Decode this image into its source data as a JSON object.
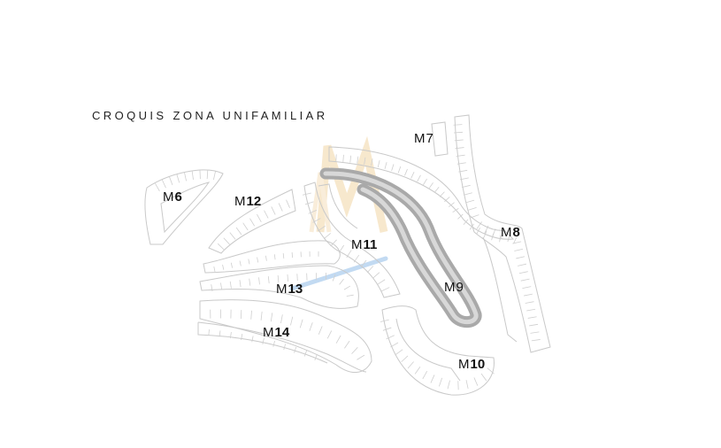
{
  "title": "CROQUIS ZONA UNIFAMILIAR",
  "colors": {
    "lot_outline": "#c9c9c9",
    "highlight_road": "#a9a9a9",
    "logo_watermark": "#f2d6a6",
    "blue_path": "#b7d3f0",
    "label_text": "#111111"
  },
  "blocks": [
    {
      "id": "M6",
      "prefix": "M",
      "number": "6"
    },
    {
      "id": "M7",
      "prefix": "M",
      "number": "7"
    },
    {
      "id": "M8",
      "prefix": "M",
      "number": "8"
    },
    {
      "id": "M9",
      "prefix": "M",
      "number": "9"
    },
    {
      "id": "M10",
      "prefix": "M",
      "number": "10"
    },
    {
      "id": "M11",
      "prefix": "M",
      "number": "11"
    },
    {
      "id": "M12",
      "prefix": "M",
      "number": "12"
    },
    {
      "id": "M13",
      "prefix": "M",
      "number": "13"
    },
    {
      "id": "M14",
      "prefix": "M",
      "number": "14"
    }
  ]
}
